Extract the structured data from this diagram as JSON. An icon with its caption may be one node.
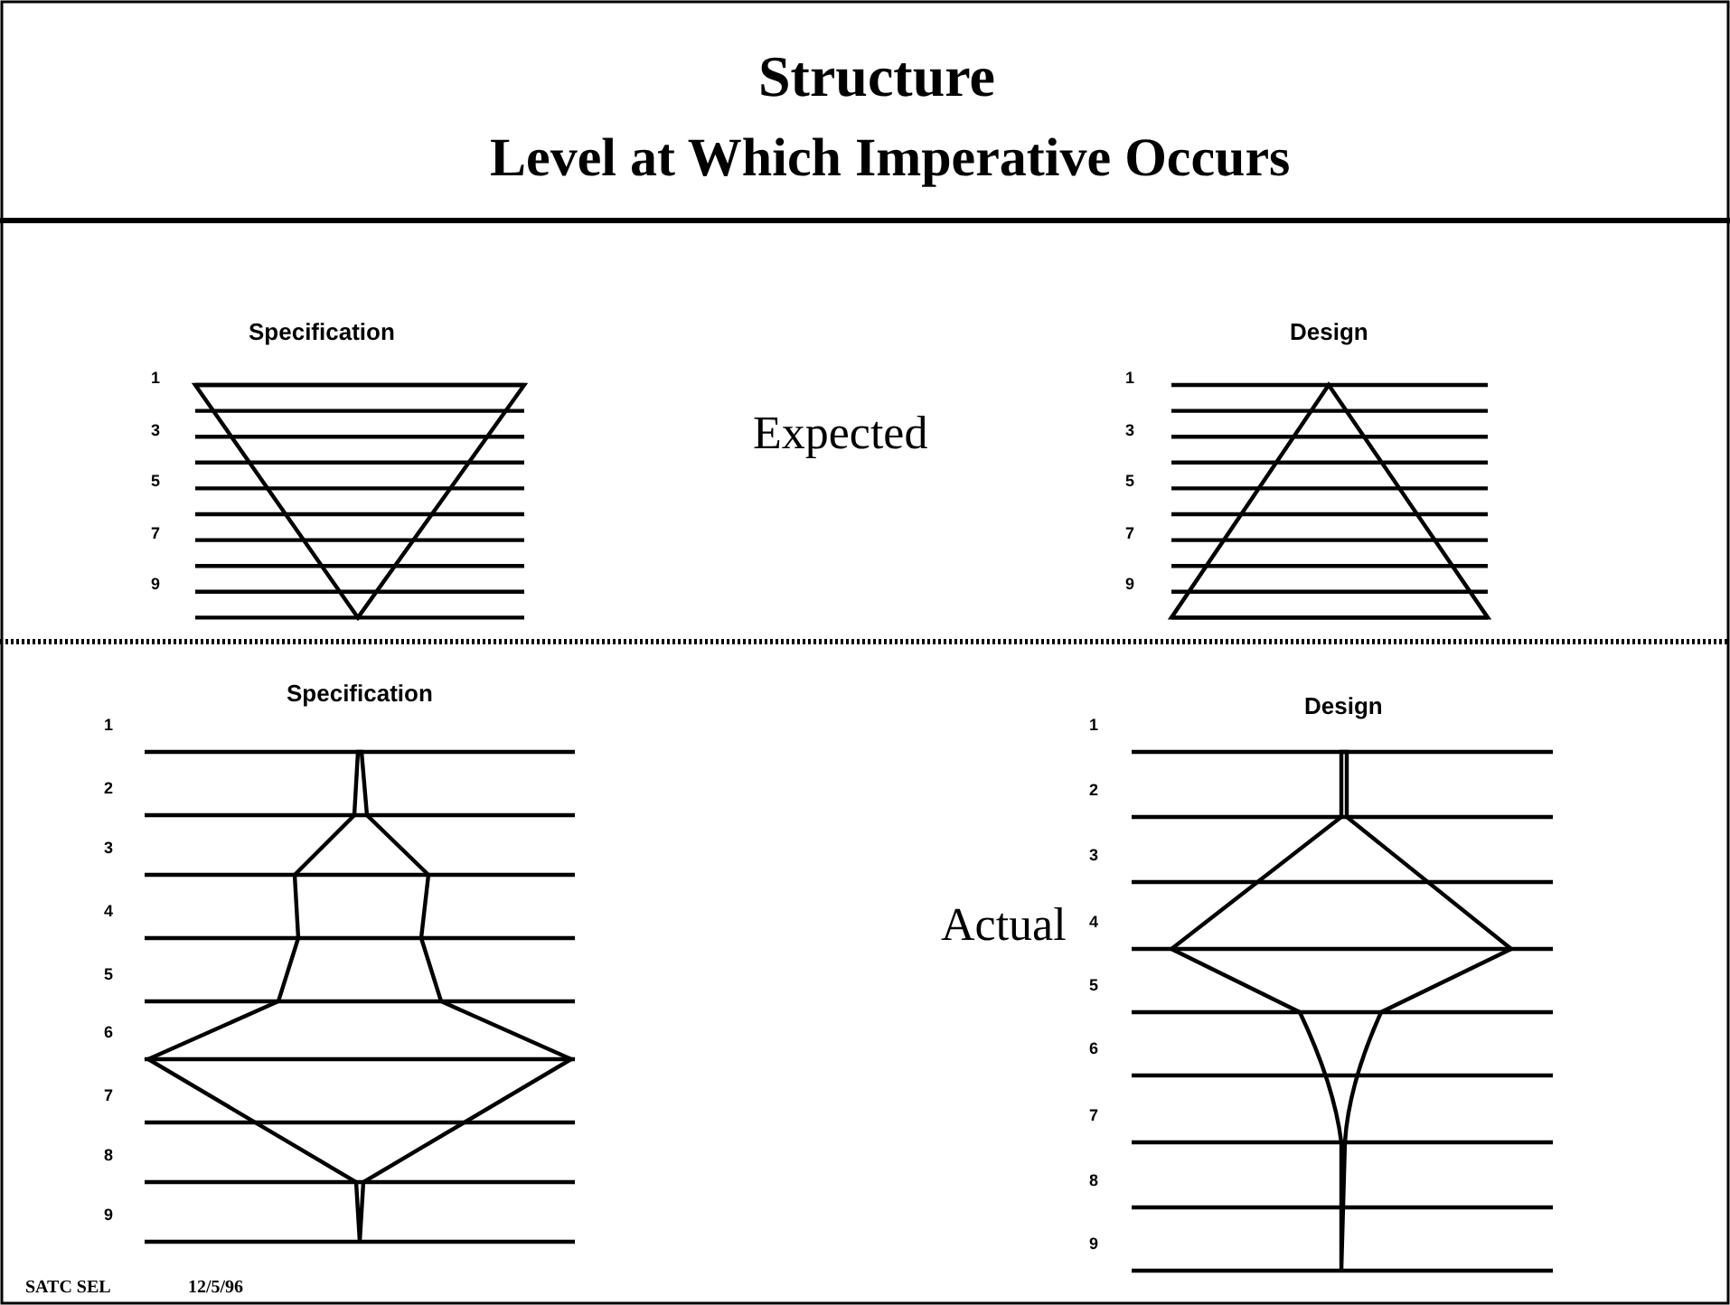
{
  "diagram": {
    "title": "Structure",
    "labels": [
      "Level at Which Imperative Occurs",
      "Specification",
      "1",
      "3",
      "5",
      "7",
      "9",
      "Expected",
      "Design",
      "1",
      "3",
      "5",
      "7",
      "9",
      "Specification",
      "1",
      "2",
      "3",
      "4",
      "5",
      "6",
      "7",
      "8",
      "9",
      "Actual",
      "Design",
      "1",
      "2",
      "3",
      "4",
      "5",
      "6",
      "7",
      "8",
      "9",
      "SATC SEL",
      "12/5/96"
    ]
  }
}
